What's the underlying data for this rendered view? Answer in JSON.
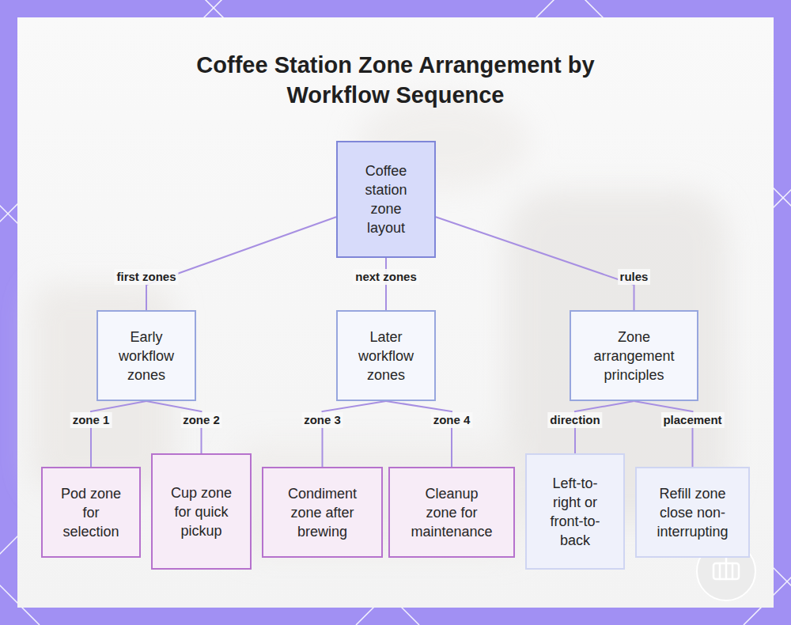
{
  "diagram": {
    "title": "Coffee Station Zone Arrangement by Workflow Sequence",
    "nodes": [
      {
        "text": [
          "Coffee station zone layout"
        ]
      },
      {
        "text": [
          "Early workflow zones"
        ]
      },
      {
        "text": [
          "Later workflow zones"
        ]
      },
      {
        "text": [
          "Zone arrangement principles"
        ]
      },
      {
        "text": [
          "Pod zone for selection"
        ]
      },
      {
        "text": [
          "Cup zone for quick pickup"
        ]
      },
      {
        "text": [
          "Condiment zone after brewing"
        ]
      },
      {
        "text": [
          "Cleanup zone for maintenance"
        ]
      },
      {
        "text": [
          "Left-to-right or front-to-back"
        ]
      },
      {
        "text": [
          "Refill zone close non-interrupting"
        ]
      }
    ],
    "edges": [
      {
        "from": 0,
        "to": 1,
        "label": "first zones",
        "arrow": "none"
      },
      {
        "from": 0,
        "to": 2,
        "label": "next zones",
        "arrow": "none"
      },
      {
        "from": 0,
        "to": 3,
        "label": "rules",
        "arrow": "none"
      },
      {
        "from": 1,
        "to": 4,
        "label": "zone 1",
        "arrow": "none"
      },
      {
        "from": 1,
        "to": 5,
        "label": "zone 2",
        "arrow": "none"
      },
      {
        "from": 2,
        "to": 6,
        "label": "zone 3",
        "arrow": "none"
      },
      {
        "from": 2,
        "to": 7,
        "label": "zone 4",
        "arrow": "none"
      },
      {
        "from": 3,
        "to": 8,
        "label": "direction",
        "arrow": "none"
      },
      {
        "from": 3,
        "to": 9,
        "label": "placement",
        "arrow": "none"
      }
    ]
  }
}
